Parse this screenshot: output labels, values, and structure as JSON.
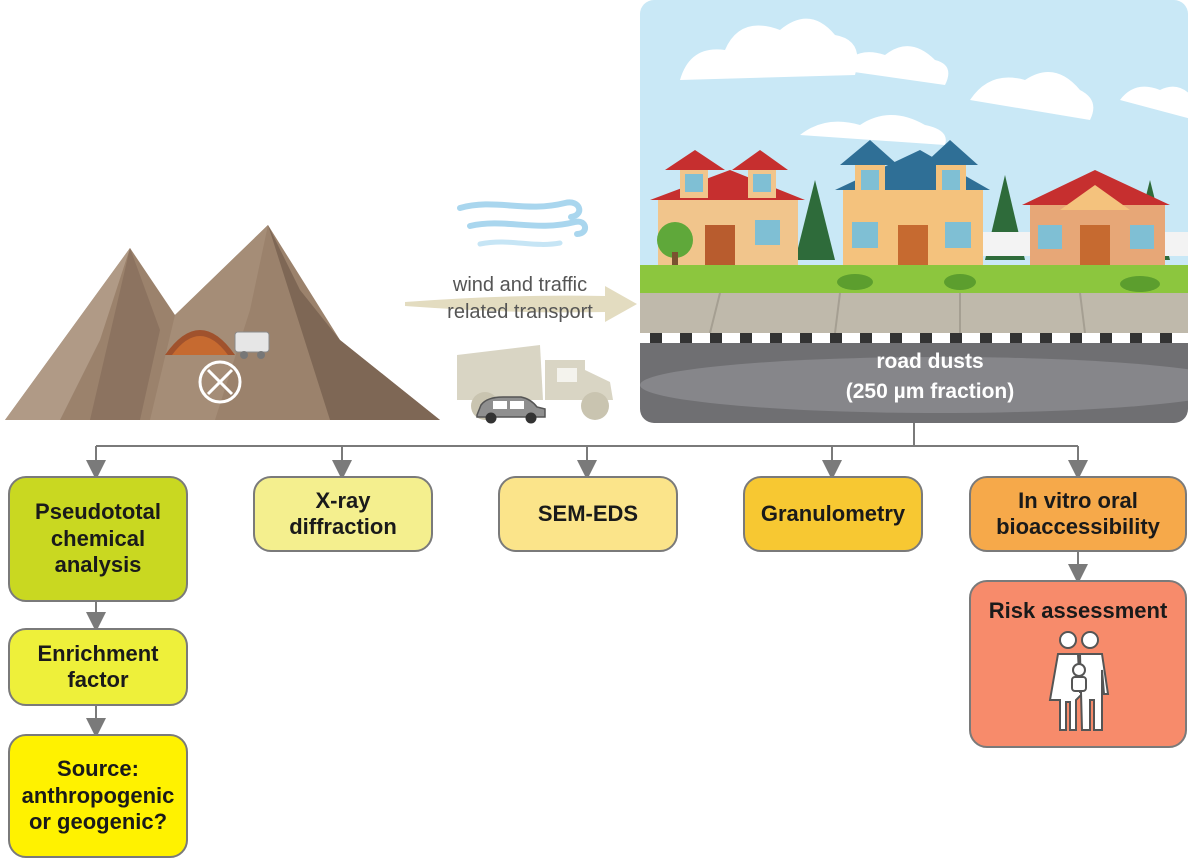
{
  "transport_label": "wind and traffic\nrelated transport",
  "scene_label": "road dusts\n(250 µm fraction)",
  "boxes": {
    "pseudototal": "Pseudototal\nchemical\nanalysis",
    "xray": "X-ray\ndiffraction",
    "semeds": "SEM-EDS",
    "granulometry": "Granulometry",
    "invitro": "In vitro oral\nbioaccessibility",
    "enrichment": "Enrichment\nfactor",
    "source": "Source:\nanthropogenic\nor geogenic?",
    "risk": "Risk assessment"
  },
  "colors": {
    "pseudototal": "#c9d821",
    "xray": "#f4ef8e",
    "semeds": "#fbe48a",
    "granulometry": "#f7c832",
    "invitro": "#f6a94a",
    "enrichment": "#eef03a",
    "source": "#fff200",
    "risk": "#f78b6b",
    "connector": "#7a7a7a"
  },
  "icons": {
    "mine": "mountain-mine-icon",
    "wind": "wind-icon",
    "truck": "truck-icon",
    "car": "car-icon",
    "family": "family-icon"
  }
}
